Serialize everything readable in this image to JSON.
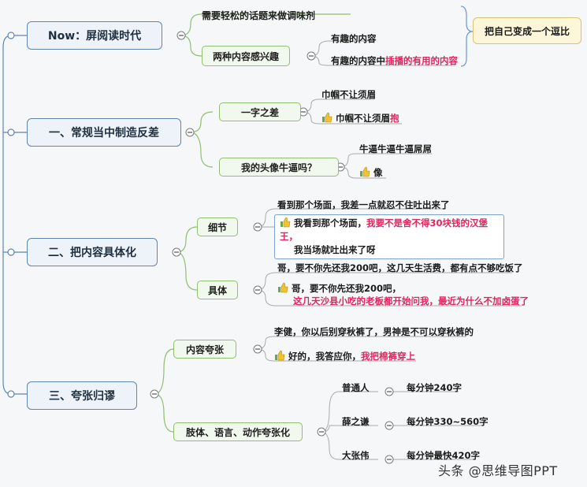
{
  "root": {
    "title": "Now：屏阅读时代",
    "children": [
      {
        "label": "需要轻松的话题来做调味剂"
      },
      {
        "label": "两种内容感兴趣",
        "leaves": [
          "有趣的内容",
          {
            "prefix": "有趣的内容中",
            "hl": "插播的有用的内容"
          }
        ]
      }
    ],
    "callout": "把自己变成一个逗比"
  },
  "sec1": {
    "title": "一、常规当中制造反差",
    "subs": [
      {
        "label": "一字之差",
        "leaf1": "巾帼不让须眉",
        "leaf2_text": "巾帼不让须眉",
        "leaf2_hl": "抱"
      },
      {
        "label": "我的头像牛逼吗？",
        "leaf1": "牛逼牛逼牛逼屌屌",
        "leaf2_text": "像"
      }
    ]
  },
  "sec2": {
    "title": "二、把内容具体化",
    "subs": [
      {
        "label": "细节",
        "leaf1": "看到那个场面，我差一点就忍不住吐出来了",
        "leaf2_a": "我看到那个场面，",
        "leaf2_hl": "我要不是舍不得30块钱的汉堡王，",
        "leaf2_b": "我当场就吐出来了呀"
      },
      {
        "label": "具体",
        "leaf1": "哥，要不你先还我200吧，这几天生活费，都有点不够吃饭了",
        "leaf2_a": "哥，要不你先还我200吧，",
        "leaf2_hl": "这几天沙县小吃的老板都开始问我，最近为什么不加卤蛋了"
      }
    ]
  },
  "sec3": {
    "title": "三、夸张归谬",
    "subs": [
      {
        "label": "内容夸张",
        "leaf1": "李健，你以后别穿秋裤了，男神是不可以穿秋裤的",
        "leaf2_a": "好的，我答应你，",
        "leaf2_hl": "我把棉裤穿上"
      },
      {
        "label": "肢体、语言、动作夸张化",
        "rows": [
          {
            "name": "普通人",
            "value": "每分钟240字"
          },
          {
            "name": "薛之谦",
            "value": "每分钟330~560字"
          },
          {
            "name": "大张伟",
            "value": "每分钟最快420字"
          }
        ]
      }
    ]
  },
  "watermark": "头条 @思维导图PPT",
  "colors": {
    "main_border": "#5f86b0",
    "sub_border": "#8fc06f",
    "highlight": "#e0245e",
    "callout_bg": "#fdf6d8"
  }
}
